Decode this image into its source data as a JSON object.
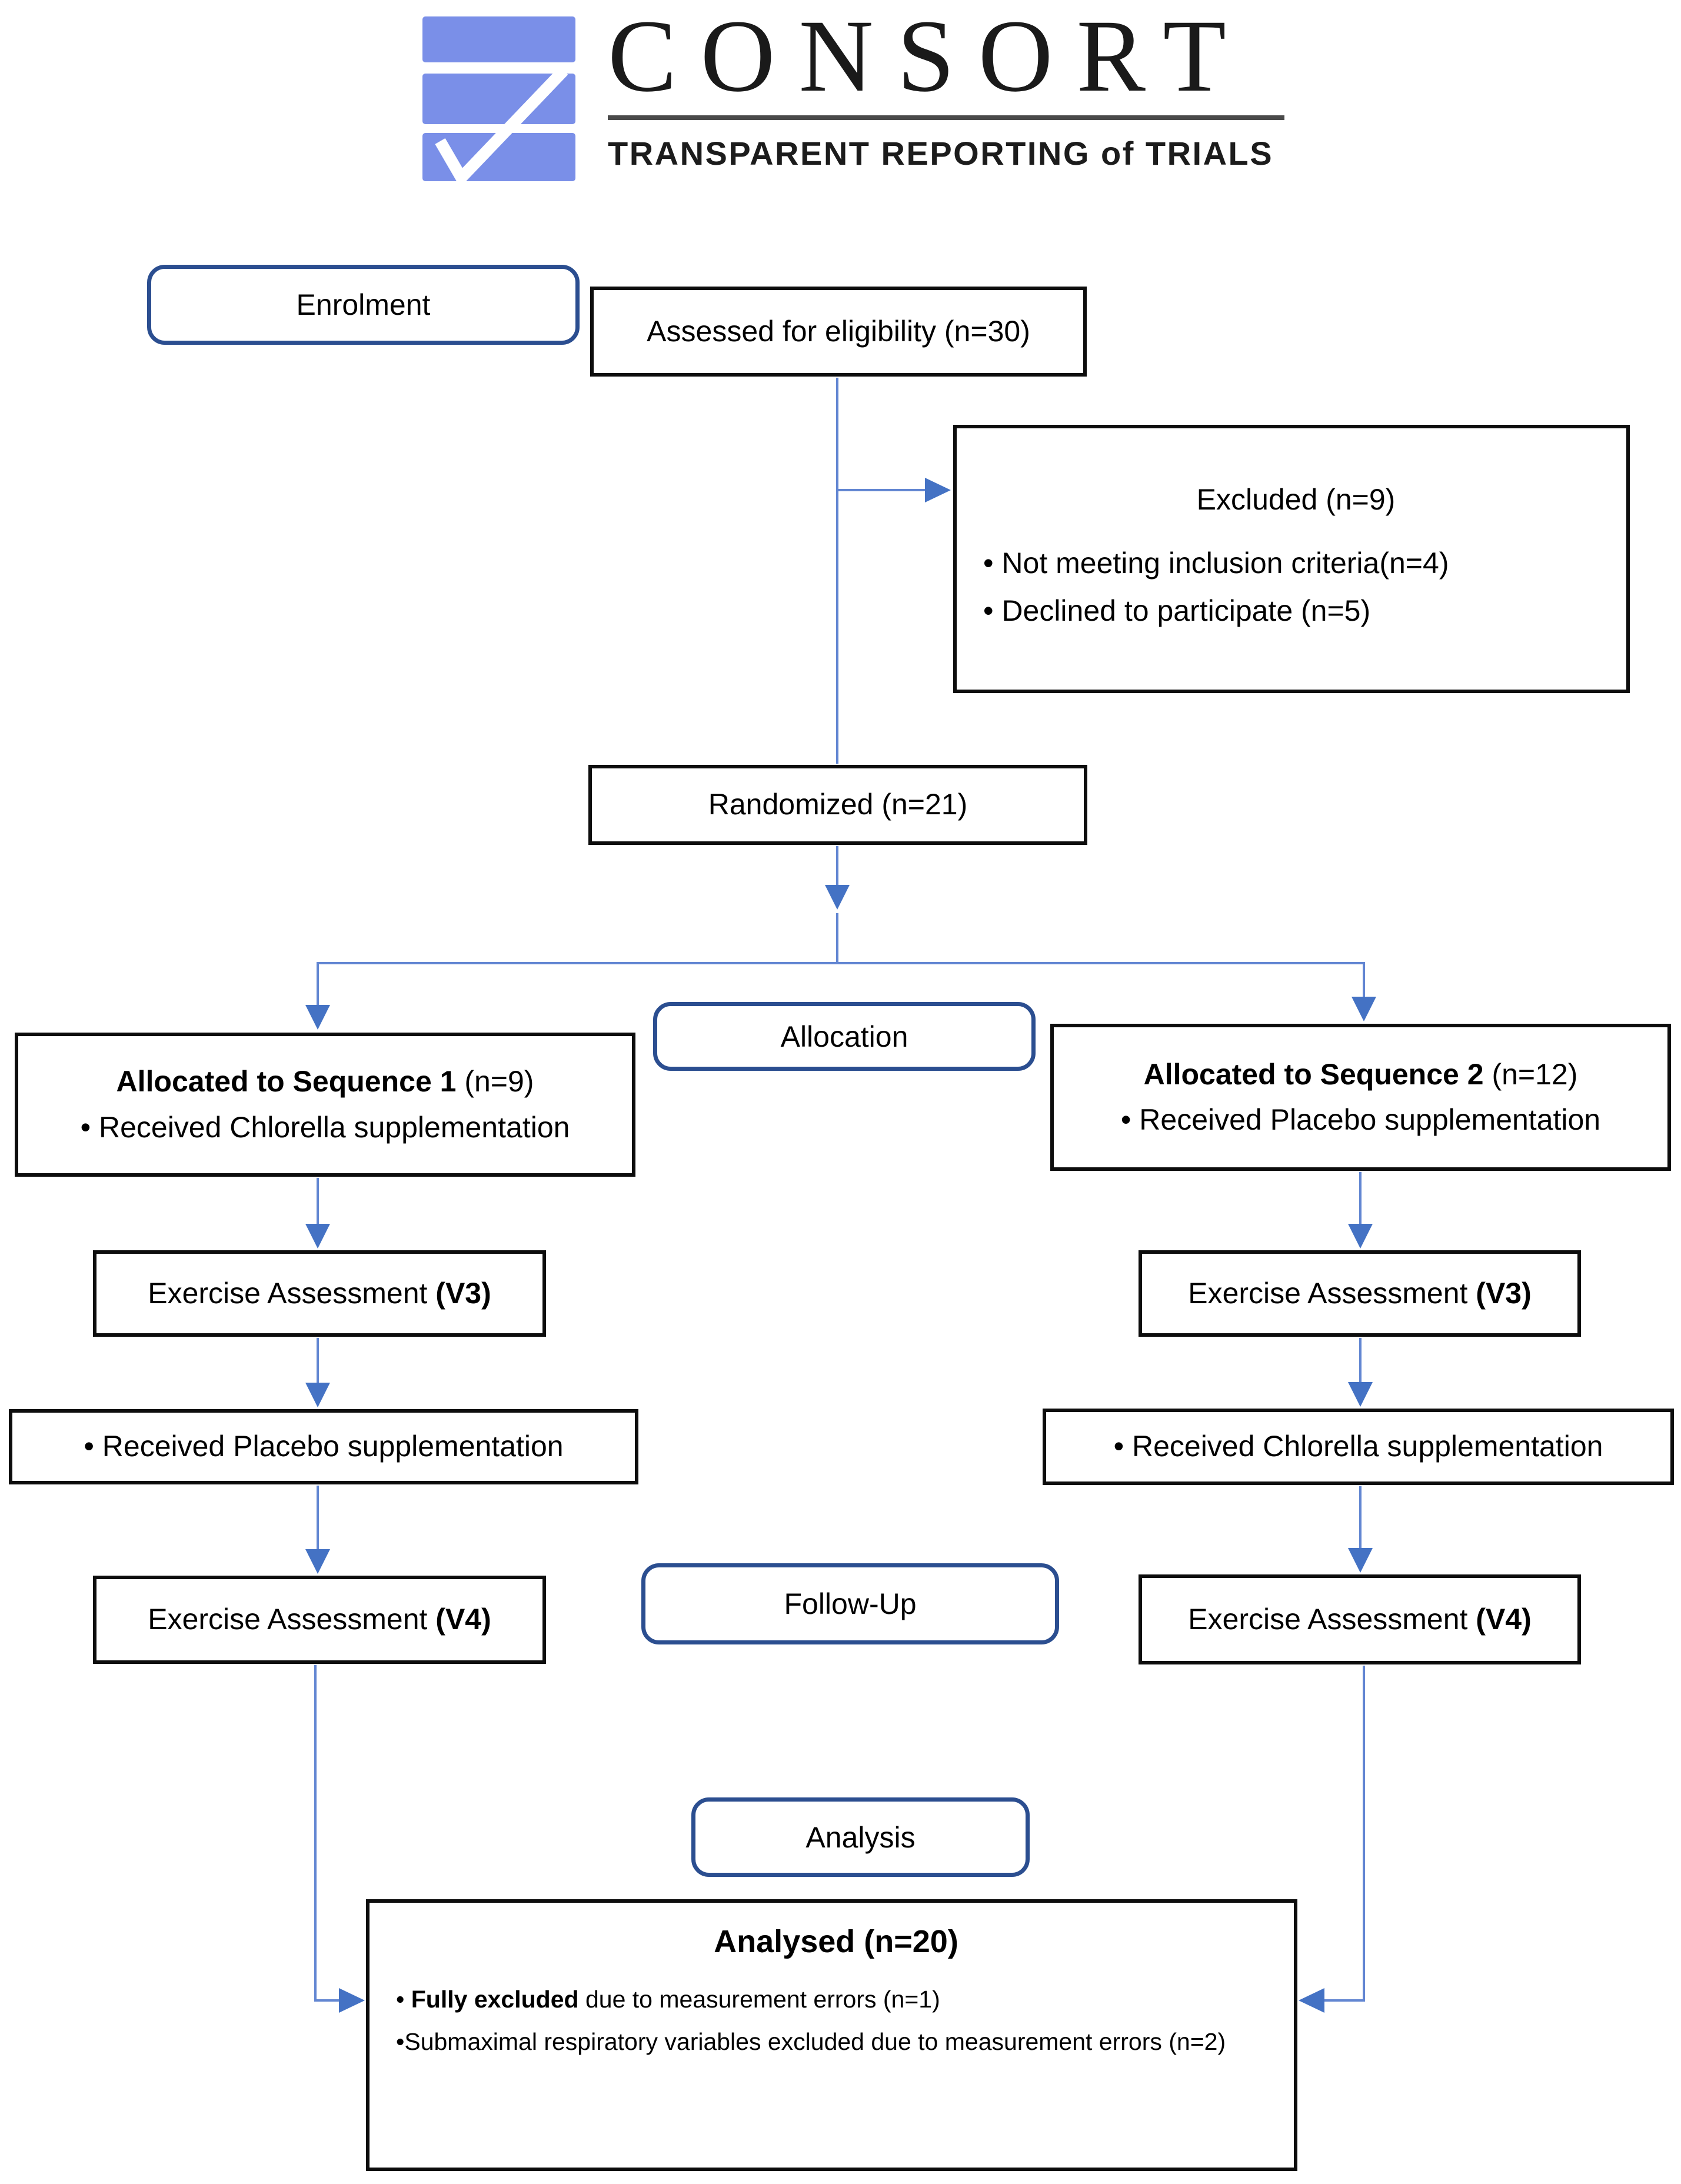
{
  "logo": {
    "title": "CONSORT",
    "tagline": "TRANSPARENT REPORTING of TRIALS"
  },
  "stages": {
    "enrolment": "Enrolment",
    "allocation": "Allocation",
    "follow_up": "Follow-Up",
    "analysis": "Analysis"
  },
  "assessed": {
    "text": "Assessed for eligibility (n=30)"
  },
  "excluded": {
    "title": "Excluded (n=9)",
    "bullets": [
      "Not meeting inclusion criteria(n=4)",
      "Declined to participate (n=5)"
    ]
  },
  "randomized": {
    "text": "Randomized (n=21)"
  },
  "sequence1": {
    "title": "Allocated to Sequence 1",
    "n": " (n=9)",
    "bullet": "Received Chlorella supplementation"
  },
  "sequence2": {
    "title": "Allocated to Sequence 2",
    "n": " (n=12)",
    "bullet": "Received Placebo supplementation"
  },
  "exercise_v3": {
    "prefix": "Exercise Assessment ",
    "bold": "(V3)"
  },
  "crossover_left": {
    "text": "Received Placebo supplementation"
  },
  "crossover_right": {
    "text": "Received Chlorella supplementation"
  },
  "exercise_v4": {
    "prefix": "Exercise Assessment ",
    "bold": "(V4)"
  },
  "analysed": {
    "title": "Analysed (n=20)",
    "bullet1_bold": "Fully excluded",
    "bullet1_rest": " due to measurement errors (n=1)",
    "bullet2": "Submaximal respiratory variables excluded due to measurement errors (n=2)"
  },
  "colors": {
    "connector_line": "#6286d2",
    "arrowhead": "#4472c4",
    "stage_border": "#2b4e90",
    "box_border": "#0d0d0d",
    "logo_blue": "#7a8fe8",
    "text": "#000000"
  }
}
